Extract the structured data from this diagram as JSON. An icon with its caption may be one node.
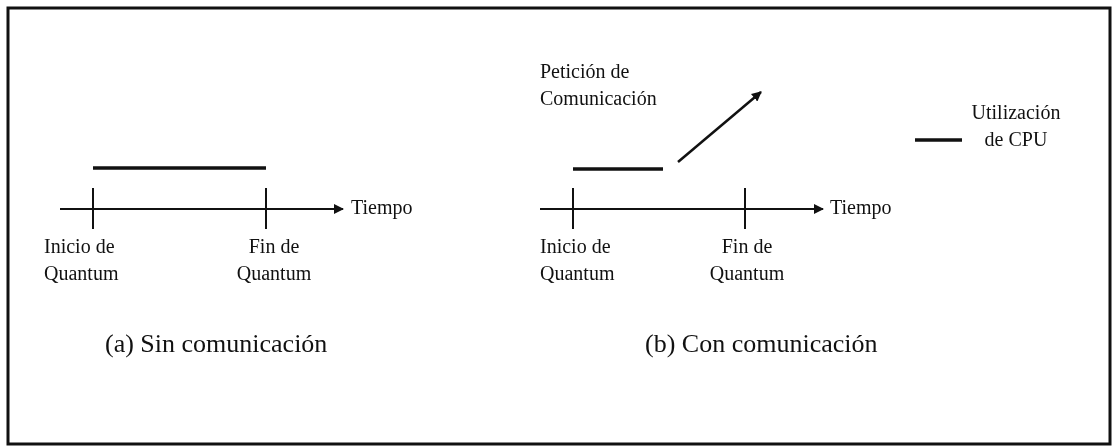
{
  "diagram": {
    "labels": [
      "Tiempo",
      "Inicio de Quantum",
      "Fin de Quantum",
      "(a) Sin comunicación",
      "Petición de Comunicación",
      "Tiempo",
      "Inicio de Quantum",
      "Fin de Quantum",
      "(b) Con comunicación"
    ],
    "legend": [
      {
        "text": "Utilización de CPU"
      }
    ]
  }
}
